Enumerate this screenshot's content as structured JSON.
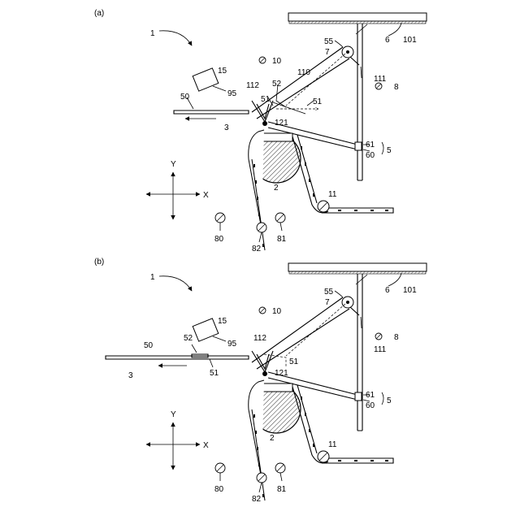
{
  "figures": [
    {
      "panel_label": "(a)",
      "labels": {
        "device": "1",
        "l15": "15",
        "l95": "95",
        "l10": "10",
        "l55": "55",
        "l7": "7",
        "l6": "6",
        "l101": "101",
        "l110": "110",
        "l111": "111",
        "l8": "8",
        "l112": "112",
        "l52": "52",
        "l51a": "51",
        "l51b": "51",
        "l50": "50",
        "l3": "3",
        "l121": "121",
        "l61": "61",
        "l60": "60",
        "l5": "5",
        "l2": "2",
        "l11": "11",
        "l80": "80",
        "l82": "82",
        "l81": "81",
        "axis_y": "Y",
        "axis_x": "X"
      }
    },
    {
      "panel_label": "(b)",
      "labels": {
        "device": "1",
        "l15": "15",
        "l95": "95",
        "l10": "10",
        "l55": "55",
        "l7": "7",
        "l6": "6",
        "l101": "101",
        "l111": "111",
        "l8": "8",
        "l112": "112",
        "l52": "52",
        "l51a": "51",
        "l51b": "51",
        "l50": "50",
        "l3": "3",
        "l121": "121",
        "l61": "61",
        "l60": "60",
        "l5": "5",
        "l2": "2",
        "l11": "11",
        "l80": "80",
        "l82": "82",
        "l81": "81",
        "axis_y": "Y",
        "axis_x": "X"
      }
    }
  ]
}
